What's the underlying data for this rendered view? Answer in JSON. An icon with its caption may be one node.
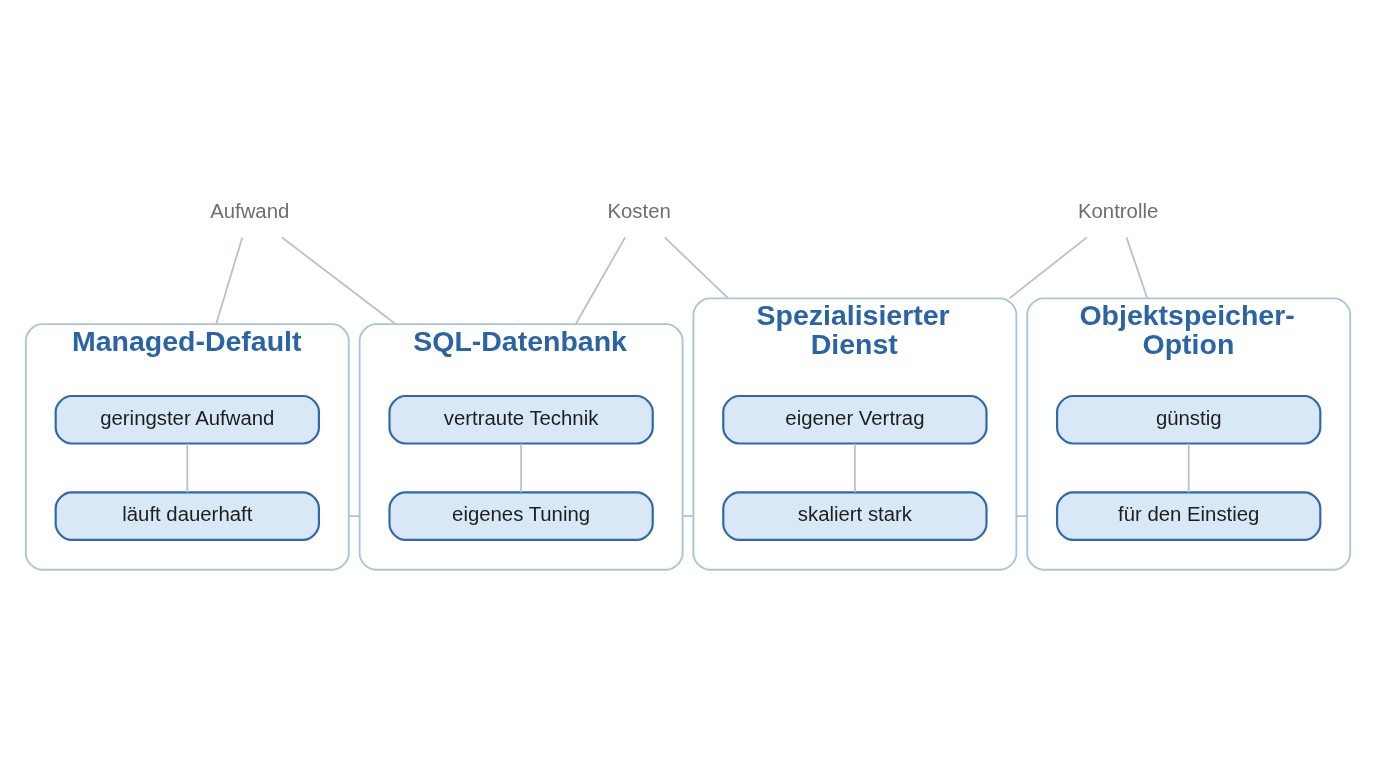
{
  "diagram": {
    "nodes": [
      {
        "text": [
          "Aufwand"
        ]
      },
      {
        "text": [
          "Kosten"
        ]
      },
      {
        "text": [
          "Kontrolle"
        ]
      },
      {
        "text": [
          "Managed-Default"
        ]
      },
      {
        "text": [
          "geringster Aufwand"
        ],
        "in": 3
      },
      {
        "text": [
          "läuft dauerhaft"
        ],
        "in": 3
      },
      {
        "text": [
          "SQL-Datenbank"
        ]
      },
      {
        "text": [
          "vertraute Technik"
        ],
        "in": 6
      },
      {
        "text": [
          "eigenes Tuning"
        ],
        "in": 6
      },
      {
        "text": [
          "Spezialisierter Dienst"
        ]
      },
      {
        "text": [
          "eigener Vertrag"
        ],
        "in": 9
      },
      {
        "text": [
          "skaliert stark"
        ],
        "in": 9
      },
      {
        "text": [
          "Objektspeicher-Option"
        ]
      },
      {
        "text": [
          "günstig"
        ],
        "in": 12
      },
      {
        "text": [
          "für den Einstieg"
        ],
        "in": 12
      }
    ],
    "edges": [
      {
        "from": 3,
        "to": 0,
        "arrow": "none"
      },
      {
        "from": 0,
        "to": 6,
        "arrow": "none"
      },
      {
        "from": 6,
        "to": 1,
        "arrow": "none"
      },
      {
        "from": 1,
        "to": 9,
        "arrow": "none"
      },
      {
        "from": 9,
        "to": 2,
        "arrow": "none"
      },
      {
        "from": 2,
        "to": 12,
        "arrow": "none"
      },
      {
        "from": 4,
        "to": 5,
        "arrow": "none"
      },
      {
        "from": 7,
        "to": 8,
        "arrow": "none"
      },
      {
        "from": 10,
        "to": 11,
        "arrow": "none"
      },
      {
        "from": 13,
        "to": 14,
        "arrow": "none"
      },
      {
        "from": 3,
        "to": 6,
        "arrow": "none"
      },
      {
        "from": 6,
        "to": 9,
        "arrow": "none"
      },
      {
        "from": 9,
        "to": 12,
        "arrow": "none"
      }
    ]
  }
}
